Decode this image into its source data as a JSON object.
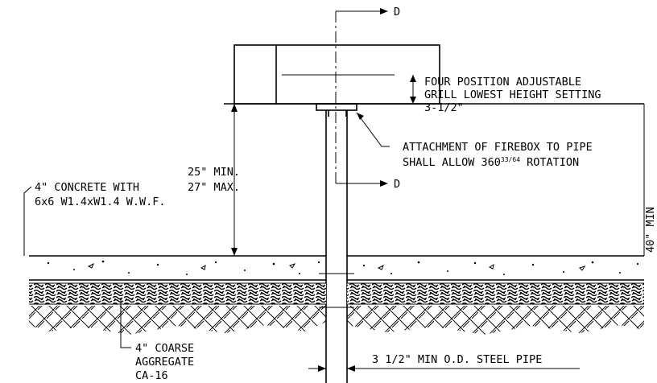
{
  "section_mark_top": "D",
  "section_mark_bottom": "D",
  "grill_note": {
    "line1": "FOUR POSITION ADJUSTABLE",
    "line2": "GRILL LOWEST HEIGHT SETTING",
    "line3": "3-1/2\""
  },
  "attachment_note": {
    "line1": "ATTACHMENT OF FIREBOX TO PIPE",
    "line2_prefix": "SHALL ALLOW 360",
    "line2_sup": "33/64",
    "line2_suffix": " ROTATION"
  },
  "height_dim": {
    "line1": "25\" MIN.",
    "line2": "27\" MAX."
  },
  "concrete_note": {
    "line1": "4\" CONCRETE WITH",
    "line2": "6x6 W1.4xW1.4 W.W.F."
  },
  "embed_dim": "40\" MIN",
  "aggregate_note": {
    "line1": "4\" COARSE",
    "line2": "AGGREGATE",
    "line3": "CA-16"
  },
  "pipe_note": "3 1/2\" MIN O.D. STEEL PIPE"
}
